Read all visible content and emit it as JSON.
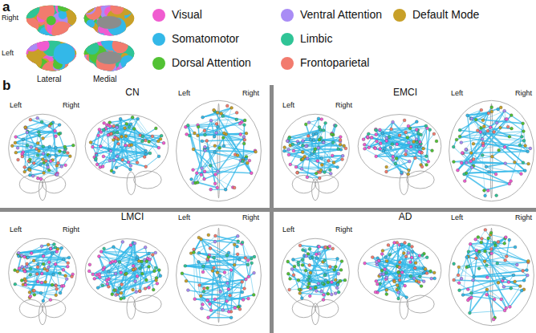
{
  "diagram": {
    "labels": [
      "a",
      "Right",
      "Left",
      "Lateral",
      "Medial",
      "b",
      "CN",
      "Left",
      "Right",
      "Left",
      "Right",
      "EMCI",
      "Left",
      "Right",
      "Left",
      "Right",
      "LMCI",
      "Left",
      "Right",
      "Left",
      "Right",
      "AD",
      "Left",
      "Right",
      "Left",
      "Right"
    ],
    "legend": [
      {
        "text": "Visual",
        "color": "#f05cd0"
      },
      {
        "text": "Ventral Attention",
        "color": "#a98cf5"
      },
      {
        "text": "Default Mode",
        "color": "#c8a028"
      },
      {
        "text": "Somatomotor",
        "color": "#33b8e8"
      },
      {
        "text": "Limbic",
        "color": "#2fc496"
      },
      {
        "text": "Dorsal Attention",
        "color": "#52c234"
      },
      {
        "text": "Frontoparietal",
        "color": "#f27b6e"
      }
    ]
  }
}
